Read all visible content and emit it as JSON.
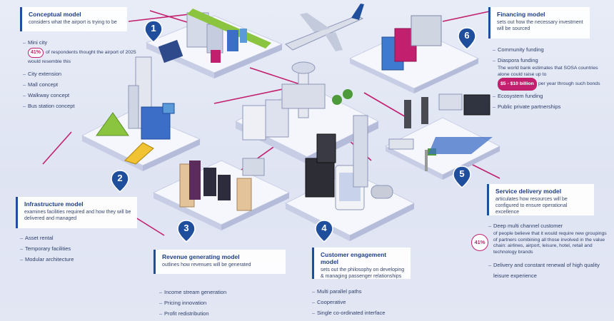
{
  "steps": [
    {
      "number": "1",
      "title": "Conceptual model",
      "subtitle": "considers what the airport is trying to be",
      "items": [
        "Mini city",
        "City extension",
        "Mall concept",
        "Walkway concept",
        "Bus station concept"
      ],
      "stat_badge": "41%",
      "stat_text": "of respondents thought the airport of 2025 would resemble this"
    },
    {
      "number": "2",
      "title": "Infrastructure model",
      "subtitle": "examines facilities required and how they will be delivered and managed",
      "items": [
        "Asset rental",
        "Temporary facilities",
        "Modular architecture"
      ]
    },
    {
      "number": "3",
      "title": "Revenue generating model",
      "subtitle": "outlines how revenues will be generated",
      "items": [
        "Income stream generation",
        "Pricing innovation",
        "Profit redistribution"
      ]
    },
    {
      "number": "4",
      "title": "Customer engagement model",
      "subtitle": "sets out the philosophy on developing & managing passenger relationships",
      "items": [
        "Multi parallel paths",
        "Cooperative",
        "Single co-ordinated interface"
      ]
    },
    {
      "number": "5",
      "title": "Service delivery model",
      "subtitle": "articulates how resources will be configured to ensure operational excellence",
      "items": [
        "Deep multi channel customer",
        "Delivery and constant renewal of high quality leisure experience"
      ],
      "stat_badge": "41%",
      "stat_text": "of people believe that it would require new groupings of partners combining all those involved in the value chain: airlines, airport, leisure, hotel, retail and technology brands"
    },
    {
      "number": "6",
      "title": "Financing model",
      "subtitle": "sets out how the necessary investment will be sourced",
      "items": [
        "Community funding",
        "Diaspora funding",
        "Ecosystem funding",
        "Public private partnerships"
      ],
      "note": "The world bank estimates that SOSA countries alone could raise up to",
      "amount_badge": "$5 - $10 billion",
      "amount_suffix": "per year through such bonds"
    }
  ],
  "colors": {
    "accent_blue": "#1f4e9c",
    "accent_magenta": "#c2206f",
    "background": "#e3e7f4"
  }
}
